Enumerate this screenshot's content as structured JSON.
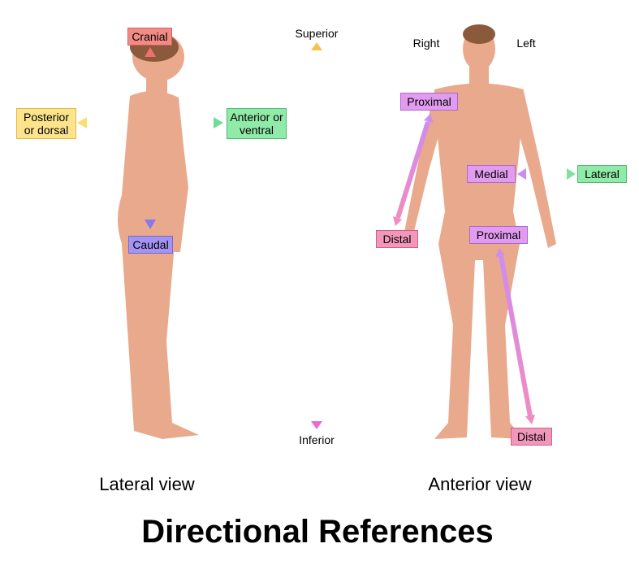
{
  "lateral": {
    "cranial": "Cranial",
    "caudal": "Caudal",
    "posterior": "Posterior or dorsal",
    "anterior": "Anterior or ventral",
    "caption": "Lateral view"
  },
  "axis": {
    "superior": "Superior",
    "inferior": "Inferior"
  },
  "anterior_view": {
    "right": "Right",
    "left": "Left",
    "proximal_arm": "Proximal",
    "distal_arm": "Distal",
    "medial": "Medial",
    "lateral": "Lateral",
    "proximal_leg": "Proximal",
    "distal_leg": "Distal",
    "caption": "Anterior view"
  },
  "title": "Directional References",
  "colors": {
    "skin": "#e9a98c",
    "red": "#f28b86",
    "purple": "#a393f2",
    "yellow": "#fde48c",
    "green": "#90eaa8",
    "pink": "#f197b9",
    "violet": "#e19cf0"
  }
}
